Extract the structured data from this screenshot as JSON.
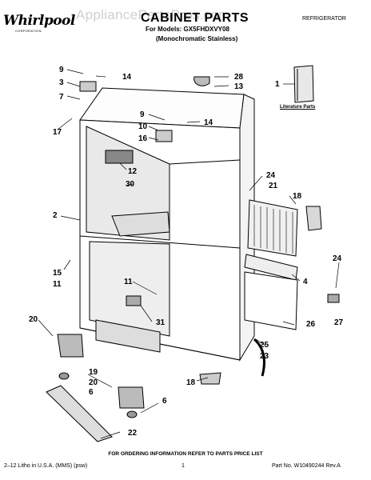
{
  "header": {
    "brand": "Whirlpool",
    "brand_sub": "CORPORATION",
    "watermark": "AppliancePartsPros.com",
    "title": "CABINET PARTS",
    "subtitle": "For Models: GX5FHDXVY08",
    "subtitle2": "(Monochromatic Stainless)",
    "section": "REFRIGERATOR"
  },
  "literature": {
    "label": "Literature Parts"
  },
  "callouts": [
    "9",
    "14",
    "3",
    "7",
    "17",
    "28",
    "13",
    "1",
    "9",
    "14",
    "10",
    "16",
    "12",
    "30",
    "2",
    "24",
    "21",
    "18",
    "15",
    "11",
    "4",
    "11",
    "24",
    "27",
    "20",
    "31",
    "26",
    "25",
    "23",
    "19",
    "20",
    "6",
    "18",
    "6",
    "22"
  ],
  "footer": {
    "notice": "FOR ORDERING INFORMATION REFER TO PARTS PRICE LIST",
    "left": "2–12 Litho in U.S.A. (MMS) (psw)",
    "page": "1",
    "right": "Part No. W10490244 Rev.A"
  },
  "icons": [
    "whirlpool-swirl-logo"
  ]
}
